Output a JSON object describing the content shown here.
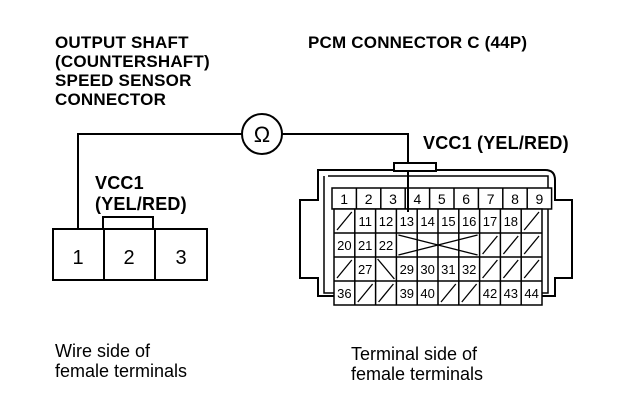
{
  "sensor_connector": {
    "title_lines": [
      "OUTPUT SHAFT",
      "(COUNTERSHAFT)",
      "SPEED SENSOR",
      "CONNECTOR"
    ],
    "wire_label_lines": [
      "VCC1",
      "(YEL/RED)"
    ],
    "terminals": [
      "1",
      "2",
      "3"
    ],
    "caption_lines": [
      "Wire side of",
      "female terminals"
    ]
  },
  "pcm_connector": {
    "title": "PCM CONNECTOR C (44P)",
    "wire_label": "VCC1 (YEL/RED)",
    "row1": [
      "1",
      "2",
      "3",
      "4",
      "5",
      "6",
      "7",
      "8",
      "9"
    ],
    "row2": [
      "",
      "11",
      "12",
      "13",
      "14",
      "15",
      "16",
      "17",
      "18",
      ""
    ],
    "row3": [
      "20",
      "21",
      "22",
      "",
      "",
      "",
      "",
      "",
      "",
      ""
    ],
    "row4": [
      "",
      "27",
      "",
      "29",
      "30",
      "31",
      "32",
      "",
      "",
      ""
    ],
    "row5": [
      "36",
      "",
      "",
      "39",
      "40",
      "",
      "",
      "42",
      "43",
      "44"
    ],
    "caption_lines": [
      "Terminal side of",
      "female terminals"
    ]
  },
  "meter": {
    "symbol": "Ω"
  }
}
